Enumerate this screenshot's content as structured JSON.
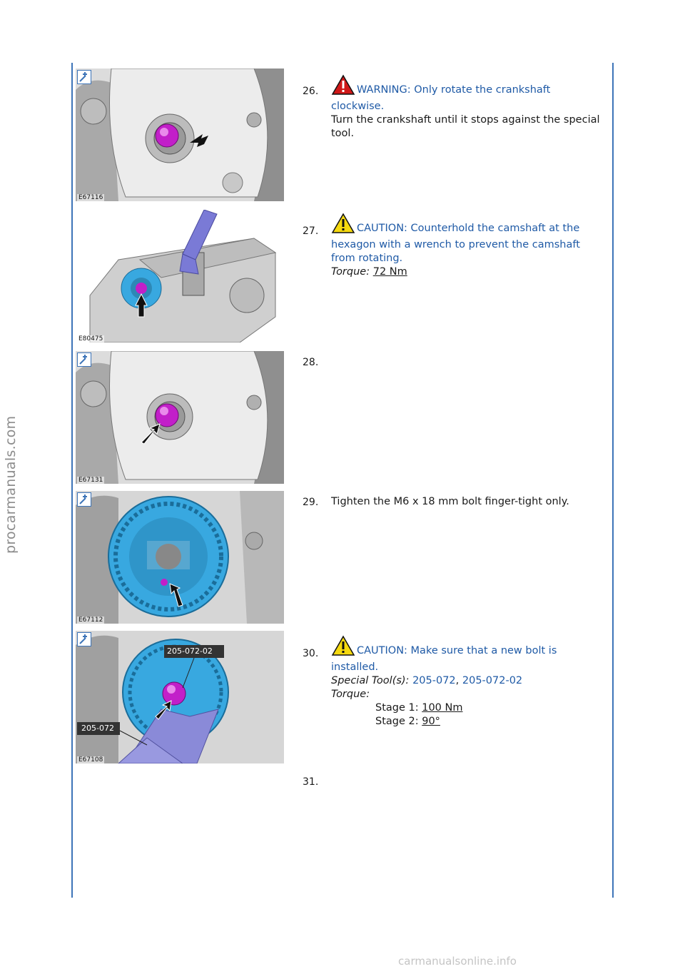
{
  "watermarks": {
    "side": "procarmanuals.com",
    "footer": "carmanualsonline.info"
  },
  "steps": [
    {
      "number": "26.",
      "figure_code": "E67116",
      "alert_type": "warning",
      "alert_text": "WARNING: Only rotate the crankshaft clockwise.",
      "body": "Turn the crankshaft until it stops against the special tool."
    },
    {
      "number": "27.",
      "figure_code": "E80475",
      "alert_type": "caution",
      "alert_text": "CAUTION: Counterhold the camshaft at the hexagon with a wrench to prevent the camshaft from rotating.",
      "torque_label": "Torque:",
      "torque_value": "72 Nm"
    },
    {
      "number": "28.",
      "figure_code": "E67131"
    },
    {
      "number": "29.",
      "figure_code": "E67112",
      "body": "Tighten the M6 x 18 mm bolt finger-tight only."
    },
    {
      "number": "30.",
      "figure_code": "E67108",
      "figure_labels": [
        "205-072-02",
        "205-072"
      ],
      "alert_type": "caution",
      "alert_text": "CAUTION: Make sure that a new bolt is installed.",
      "special_tools_label": "Special Tool(s):",
      "special_tools": [
        "205-072",
        "205-072-02"
      ],
      "tool_separator": ", ",
      "torque_label": "Torque:",
      "stages": [
        {
          "label": "Stage 1:",
          "value": "100 Nm"
        },
        {
          "label": "Stage 2:",
          "value": "90°"
        }
      ]
    },
    {
      "number": "31."
    }
  ],
  "colors": {
    "rule": "#3d74b8",
    "caution_text": "#1f5aa6",
    "warning_icon": "#d01818",
    "caution_icon": "#f5d90f",
    "highlight_bolt": "#c21fc9",
    "highlight_part": "#38a8e0"
  }
}
